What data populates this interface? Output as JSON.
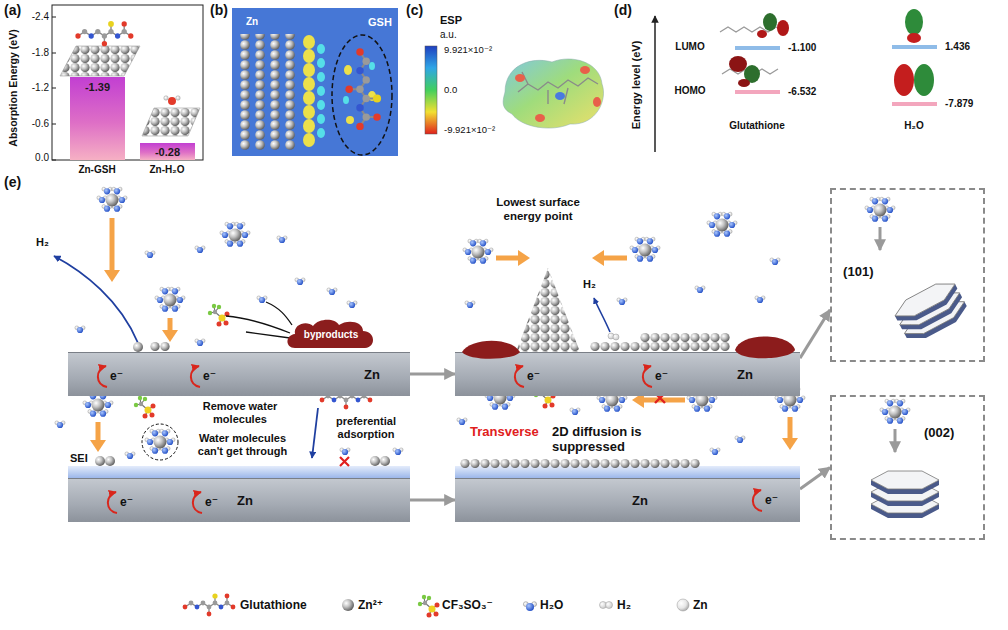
{
  "diagram": {
    "nodes": [
      {
        "text": [
          "-1.39"
        ]
      },
      {
        "text": [
          "-0.28"
        ]
      },
      {
        "text": [
          "byproducts"
        ]
      },
      {
        "text": [
          "Zn"
        ]
      },
      {
        "text": [
          "Zn"
        ]
      },
      {
        "text": [
          "(101)"
        ]
      },
      {
        "text": [
          "Zn"
        ]
      },
      {
        "text": [
          "Zn"
        ]
      },
      {
        "text": [
          "(002)"
        ]
      }
    ],
    "edges": [
      {
        "from": 3,
        "to": 4,
        "arrow": "to"
      },
      {
        "from": 4,
        "to": 5,
        "arrow": "to"
      },
      {
        "from": 6,
        "to": 7,
        "arrow": "to"
      },
      {
        "from": 7,
        "to": 8,
        "arrow": "to"
      }
    ],
    "labels": [
      "(a)",
      "Absorption Energy (eV)",
      "-2.4",
      "-1.8",
      "-1.2",
      "-0.6",
      "0.0",
      "Zn-GSH",
      "Zn-H₂O",
      "(b)",
      "Zn",
      "GSH",
      "(c)",
      "ESP",
      "a.u.",
      "9.921×10⁻²",
      "0.0",
      "-9.921×10⁻²",
      "(d)",
      "Energy level (eV)",
      "LUMO",
      "HOMO",
      "-1.100",
      "-6.532",
      "1.436",
      "-7.879",
      "Glutathione",
      "H₂O",
      "(e)",
      "H₂",
      "e⁻",
      "e⁻",
      "Lowest surface energy point",
      "H₂",
      "e⁻",
      "e⁻",
      "Remove water molecules",
      "Water molecules can't get through",
      "preferential adsorption",
      "SEI",
      "e⁻",
      "e⁻",
      "Transverse",
      "2D diffusion is suppressed",
      "e⁻"
    ],
    "legend": [
      {
        "text": "Glutathione"
      },
      {
        "text": "Zn²⁺"
      },
      {
        "text": "CF₃SO₃⁻"
      },
      {
        "text": "H₂O"
      },
      {
        "text": "H₂"
      },
      {
        "text": "Zn"
      }
    ]
  }
}
